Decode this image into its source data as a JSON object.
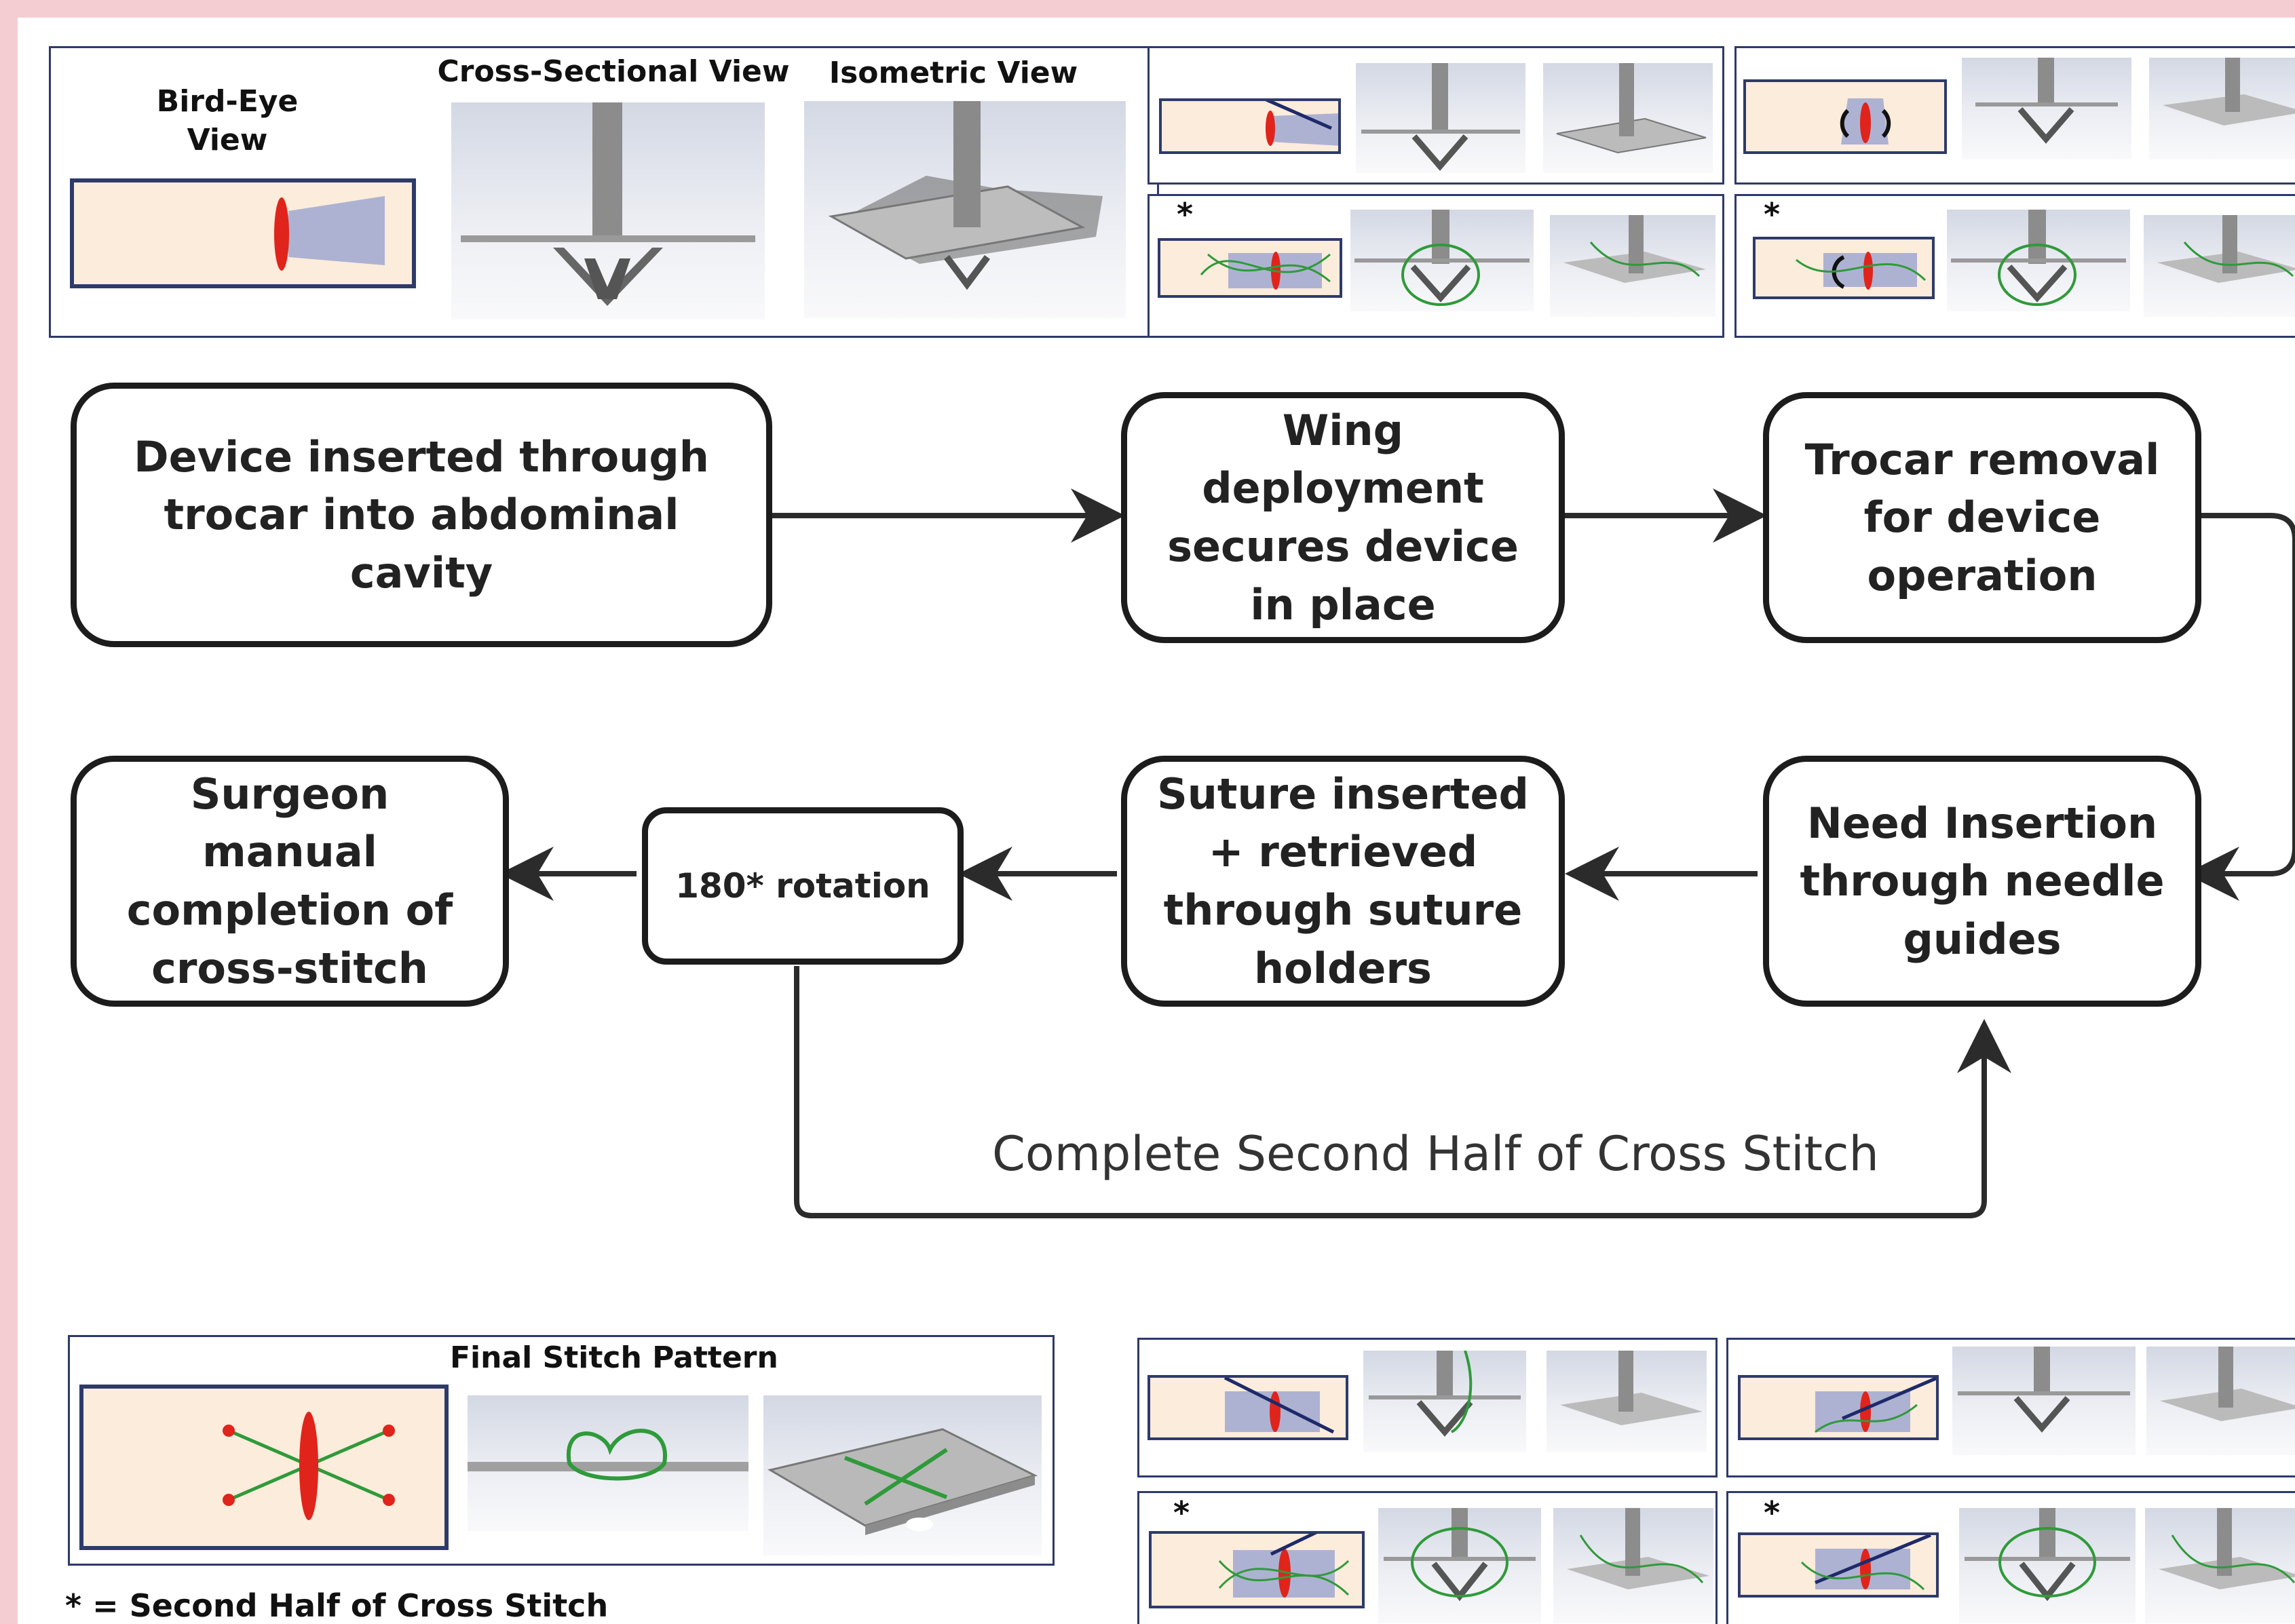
{
  "views": {
    "bird_eye": "Bird-Eye\nView",
    "cross_sectional": "Cross-Sectional View",
    "isometric": "Isometric View"
  },
  "steps": {
    "insert": "Device inserted through trocar into abdominal cavity",
    "wing": "Wing deployment secures device in place",
    "trocar": "Trocar removal for device operation",
    "needle": "Need Insertion through needle guides",
    "suture": "Suture inserted + retrieved through suture holders",
    "rotation": "180* rotation",
    "surgeon": "Surgeon manual completion of cross-stitch"
  },
  "loop_label": "Complete Second Half of Cross Stitch",
  "final_title": "Final Stitch Pattern",
  "star_marker": "*",
  "footnote": "* = Second Half of Cross Stitch",
  "colors": {
    "background": "#f4cdd2",
    "panel_border": "#2e3a6a",
    "tissue": "#fbecdb",
    "incision": "#e0241b",
    "suture": "#2f9a3a",
    "device": "#9aa0c8"
  }
}
